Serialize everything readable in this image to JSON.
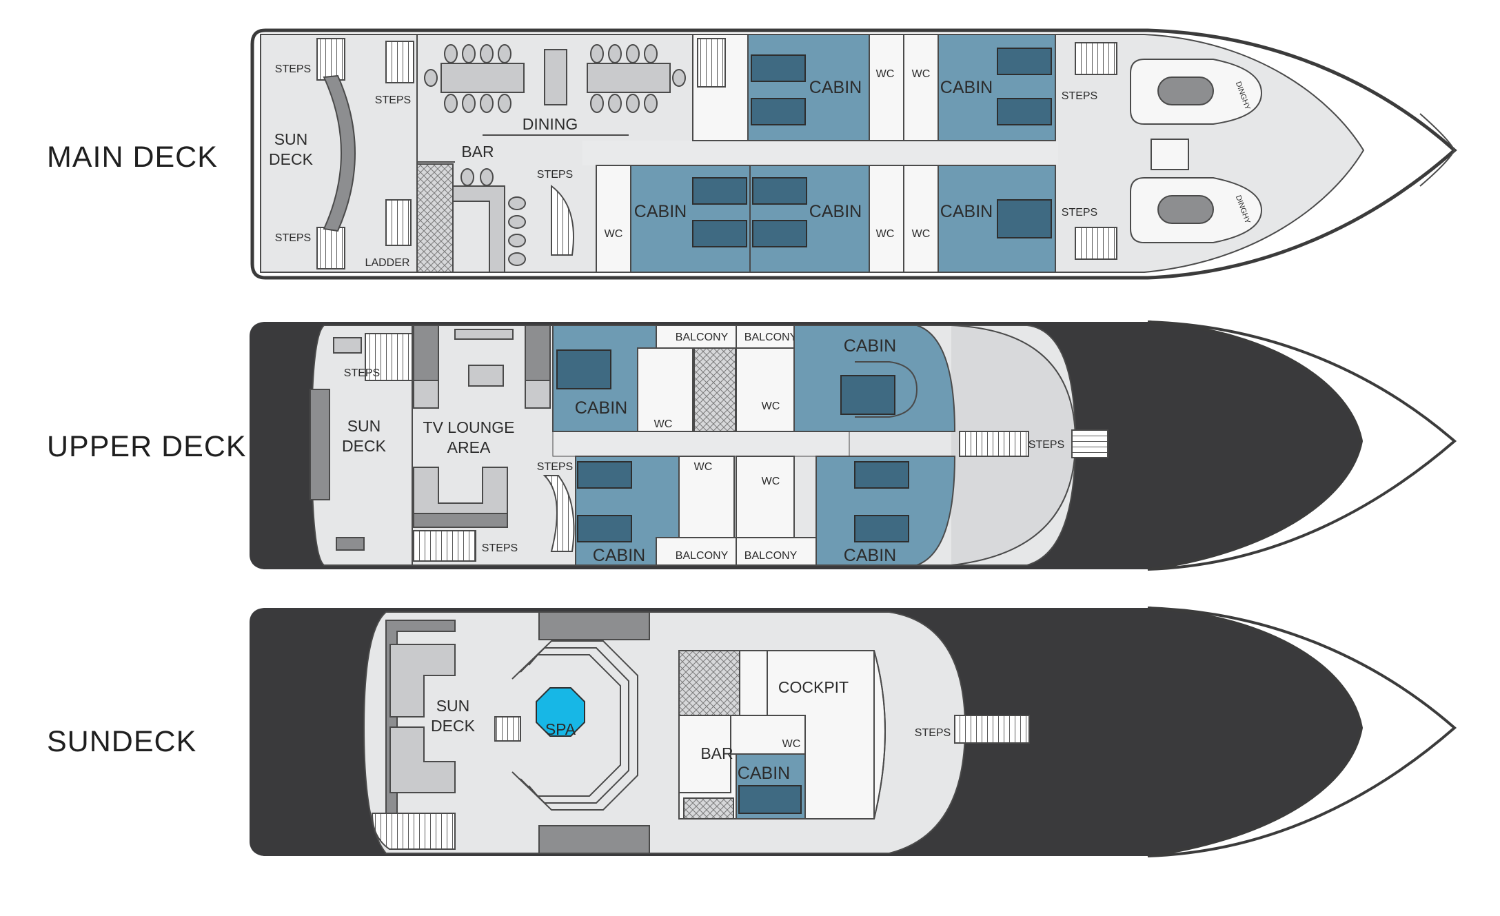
{
  "decks": {
    "main": {
      "title": "MAIN DECK",
      "labels": {
        "sun_deck_1": "SUN",
        "sun_deck_2": "DECK",
        "steps_top": "STEPS",
        "steps_bottom": "STEPS",
        "steps_inner": "STEPS",
        "ladder": "LADDER",
        "dining": "DINING",
        "bar": "BAR",
        "steps_mid": "STEPS",
        "cabin_tl": "CABIN",
        "cabin_tr": "CABIN",
        "cabin_bl": "CABIN",
        "cabin_bm": "CABIN",
        "cabin_br": "CABIN",
        "wc_1": "WC",
        "wc_2": "WC",
        "wc_3": "WC",
        "wc_4": "WC",
        "wc_5": "WC",
        "steps_fwd_top": "STEPS",
        "steps_fwd_bottom": "STEPS",
        "dinghy_1": "DINGHY",
        "dinghy_2": "DINGHY"
      }
    },
    "upper": {
      "title": "UPPER DECK",
      "labels": {
        "steps_aft": "STEPS",
        "sun_deck_1": "SUN",
        "sun_deck_2": "DECK",
        "tv_1": "TV LOUNGE",
        "tv_2": "AREA",
        "steps_mid": "STEPS",
        "steps_low": "STEPS",
        "cabin_tl": "CABIN",
        "cabin_bl": "CABIN",
        "cabin_tr": "CABIN",
        "cabin_br": "CABIN",
        "balcony_1": "BALCONY",
        "balcony_2": "BALCONY",
        "balcony_3": "BALCONY",
        "balcony_4": "BALCONY",
        "wc_1": "WC",
        "wc_2": "WC",
        "wc_3": "WC",
        "wc_4": "WC",
        "steps_fwd": "STEPS"
      }
    },
    "sun": {
      "title": "SUNDECK",
      "labels": {
        "sun_deck_1": "SUN",
        "sun_deck_2": "DECK",
        "spa": "SPA",
        "cockpit": "COCKPIT",
        "bar": "BAR",
        "wc": "WC",
        "cabin": "CABIN",
        "steps": "STEPS"
      }
    }
  },
  "colors": {
    "cabin": "#6e9bb3",
    "bed": "#3f6a82",
    "hull_dark": "#3a3a3c",
    "deck_floor": "#e6e7e8",
    "spa": "#17b7e6"
  }
}
